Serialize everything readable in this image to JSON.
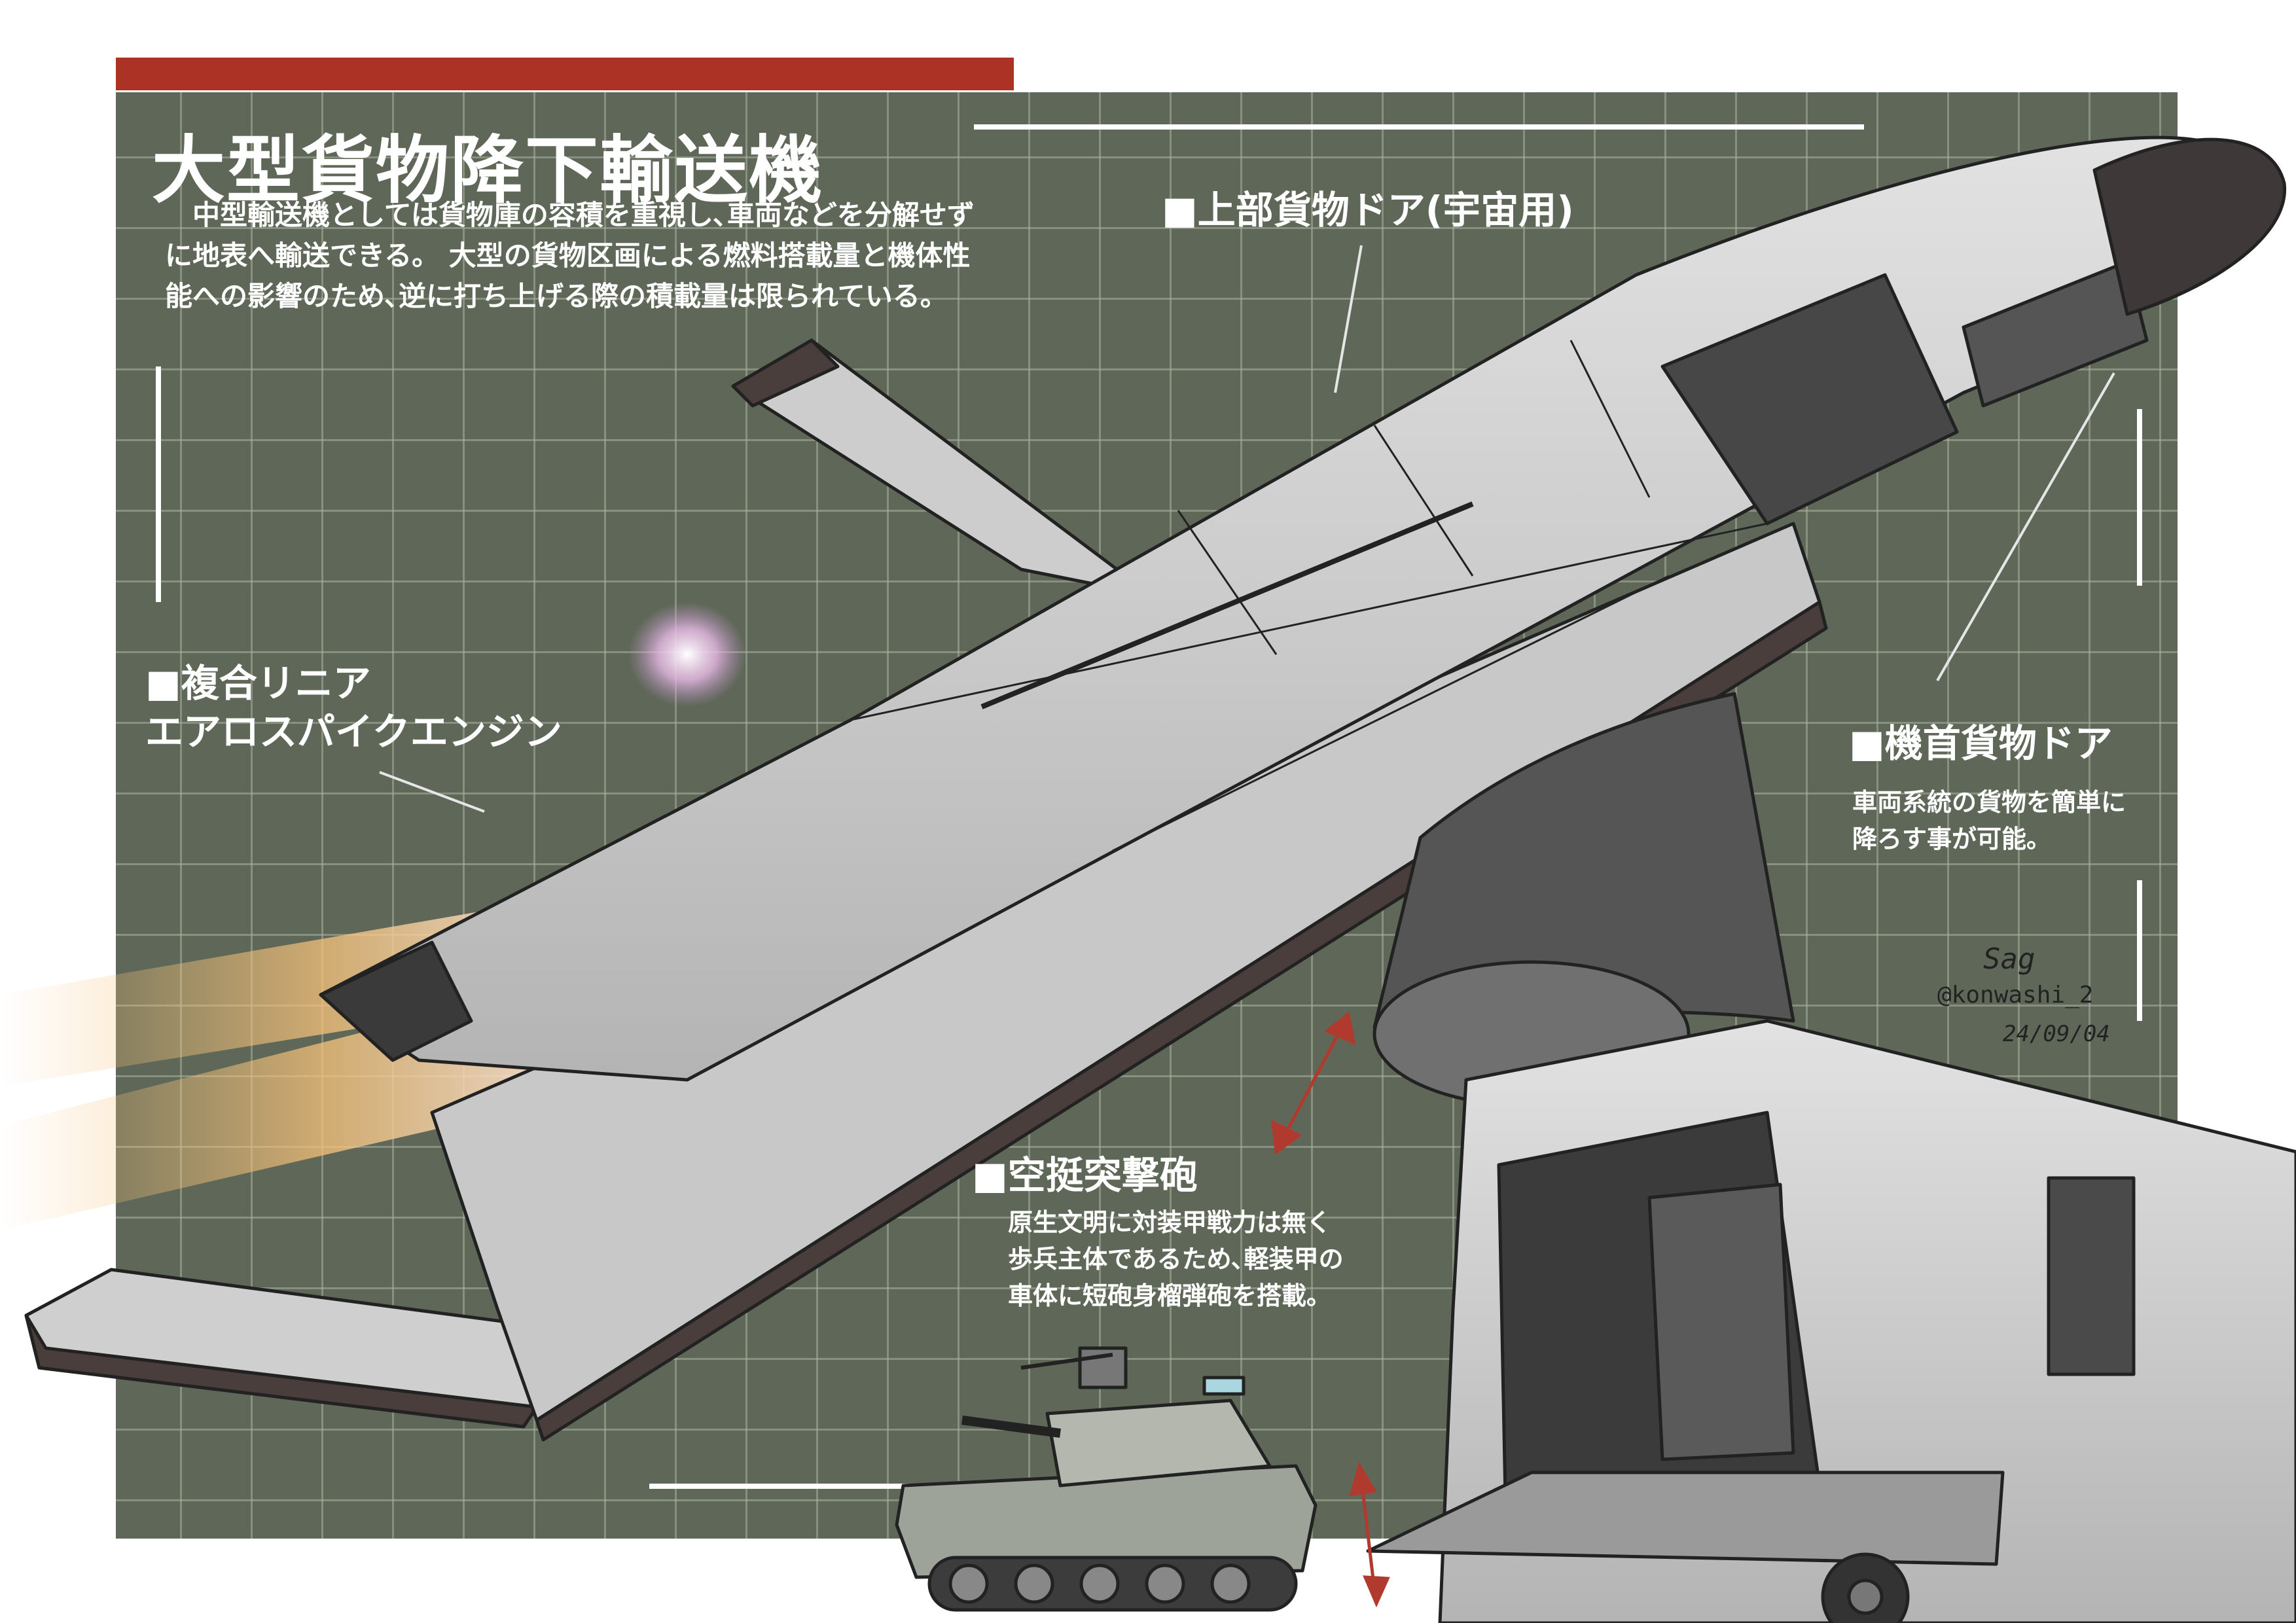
{
  "title": "大型貨物降下輸送機",
  "description": "　中型輸送機としては貨物庫の容積を重視し､車両などを分解せずに地表へ輸送できる。 大型の貨物区画による燃料搭載量と機体性能への影響のため､逆に打ち上げる際の積載量は限られている。",
  "callouts": {
    "upper_door": "■上部貨物ドア(宇宙用)",
    "engine_line1": "■複合リニア",
    "engine_line2": "エアロスパイクエンジン",
    "nose_door_title": "■機首貨物ドア",
    "nose_door_line1": "車両系統の貨物を簡単に",
    "nose_door_line2": "降ろす事が可能。",
    "gun_title": "■空挺突撃砲",
    "gun_line1": "原生文明に対装甲戦力は無く",
    "gun_line2": "歩兵主体であるため､軽装甲の",
    "gun_line3": "車体に短砲身榴弾砲を搭載。"
  },
  "signature": {
    "name": "Sag",
    "handle": "@konwashi_2",
    "date": "24/09/04"
  },
  "colors": {
    "panel": "#5f6858",
    "grid_line": "#aab2a0",
    "accent_red": "#ad3226",
    "hull": "#cfcfcf",
    "wing_edge": "#4a3e3c",
    "exhaust": "#f6c27a"
  },
  "icons": [
    "aircraft-illustration",
    "tank-illustration",
    "open-nose-transport-illustration",
    "double-arrow-icon"
  ]
}
